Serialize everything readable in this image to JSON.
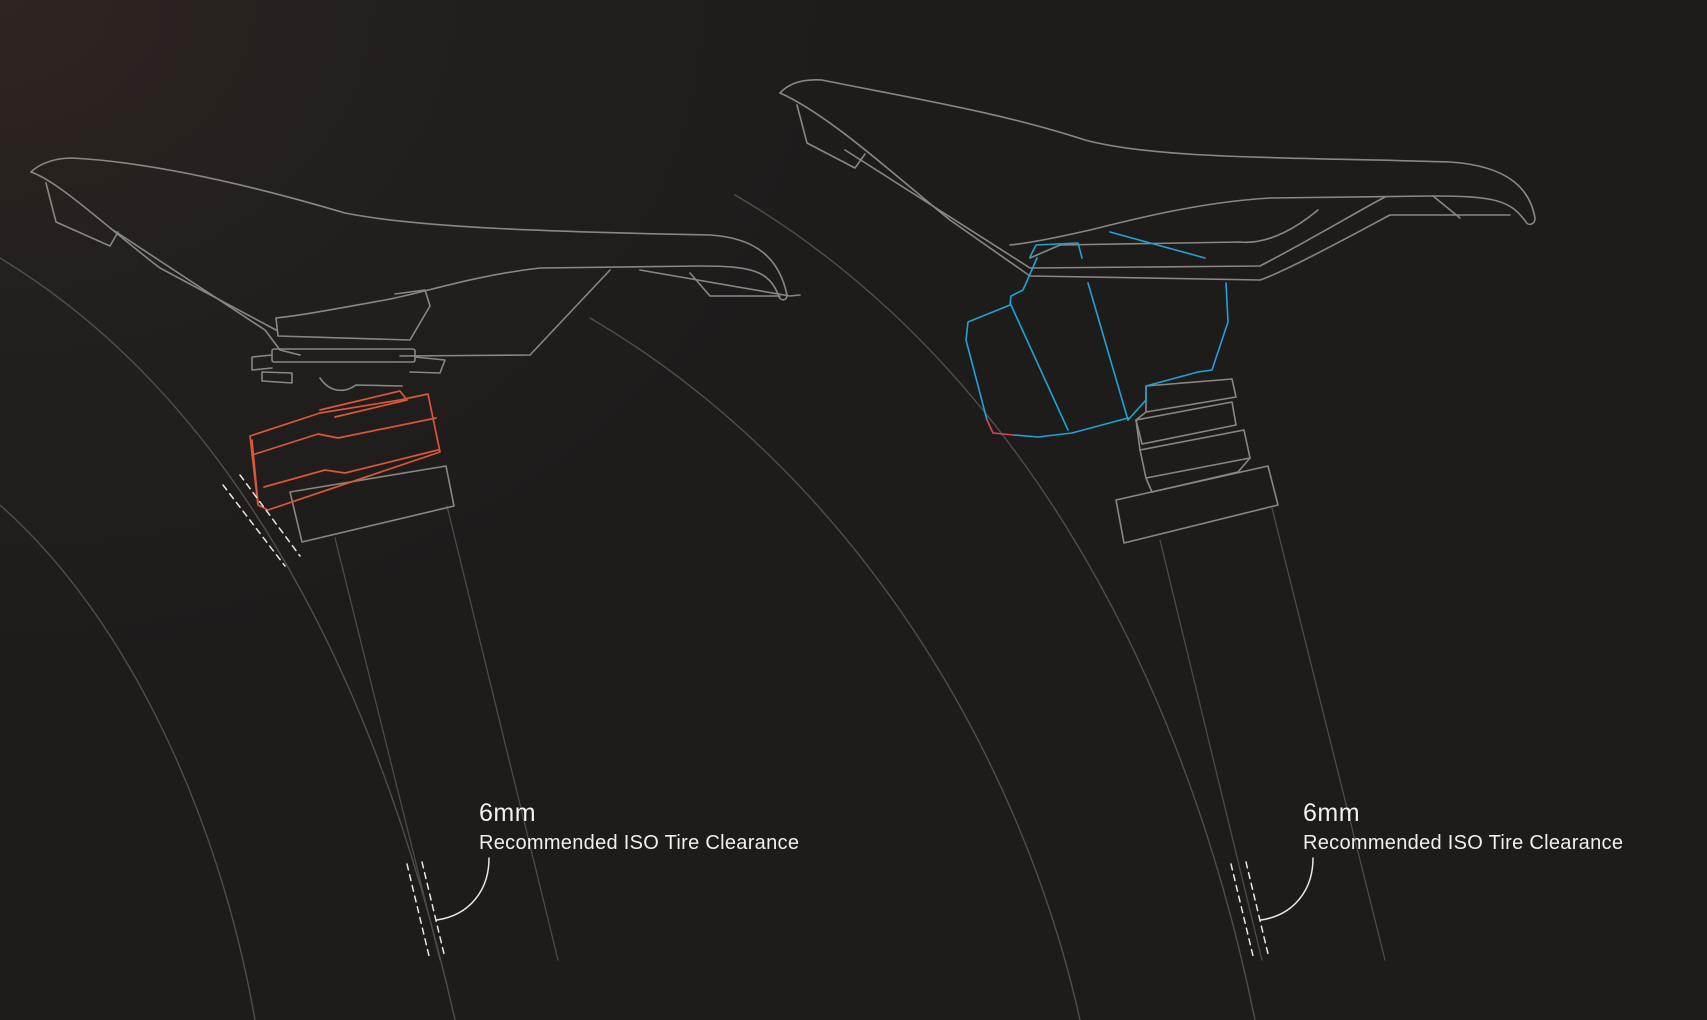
{
  "panels": [
    {
      "id": "left",
      "clearance_value": "6mm",
      "clearance_caption": "Recommended ISO Tire Clearance",
      "accent_color": "#d9573a"
    },
    {
      "id": "right",
      "clearance_value": "6mm",
      "clearance_caption": "Recommended ISO Tire Clearance",
      "accent_color": "#1fa3d6",
      "secondary_accent_color": "#d64553"
    }
  ],
  "colors": {
    "background": "#1f1d1b",
    "outline": "#8a8683",
    "tire_arc": "#57534f",
    "text": "#f2f0ee"
  }
}
